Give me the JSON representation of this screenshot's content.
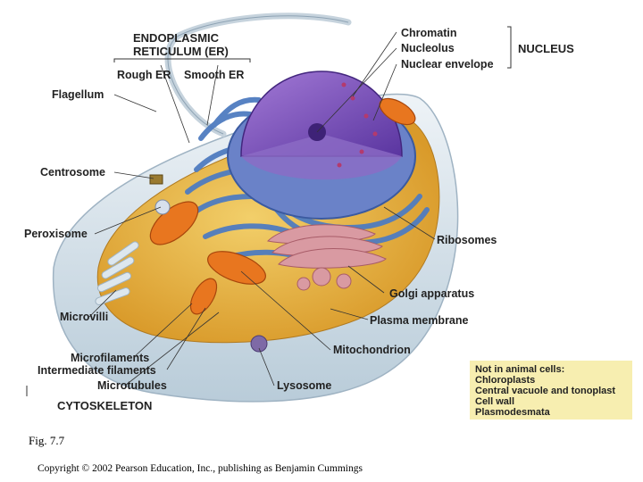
{
  "labels": {
    "er_title_1": "ENDOPLASMIC",
    "er_title_2": "RETICULUM (ER)",
    "rough_er": "Rough ER",
    "smooth_er": "Smooth ER",
    "flagellum": "Flagellum",
    "centrosome": "Centrosome",
    "peroxisome": "Peroxisome",
    "microvilli": "Microvilli",
    "microfilaments": "Microfilaments",
    "intermediate_filaments": "Intermediate filaments",
    "microtubules": "Microtubules",
    "cytoskeleton": "CYTOSKELETON",
    "chromatin": "Chromatin",
    "nucleolus": "Nucleolus",
    "nuclear_envelope": "Nuclear envelope",
    "nucleus": "NUCLEUS",
    "ribosomes": "Ribosomes",
    "golgi": "Golgi apparatus",
    "plasma_membrane": "Plasma membrane",
    "mitochondrion": "Mitochondrion",
    "lysosome": "Lysosome"
  },
  "note": {
    "title": "Not in animal cells:",
    "items": [
      "Chloroplasts",
      "Central vacuole and tonoplast",
      "Cell wall",
      "Plasmodesmata"
    ]
  },
  "figure_caption": "Fig. 7.7",
  "copyright": "Copyright © 2002 Pearson Education, Inc., publishing as Benjamin Cummings",
  "colors": {
    "cytoplasm": "#e8b84a",
    "cell_surface": "#d8e4ee",
    "er": "#5a86c8",
    "nucleus": "#7a4fb0",
    "golgi": "#d28a92",
    "mitochondria": "#e0701f",
    "note_bg": "#f7eeb0"
  }
}
